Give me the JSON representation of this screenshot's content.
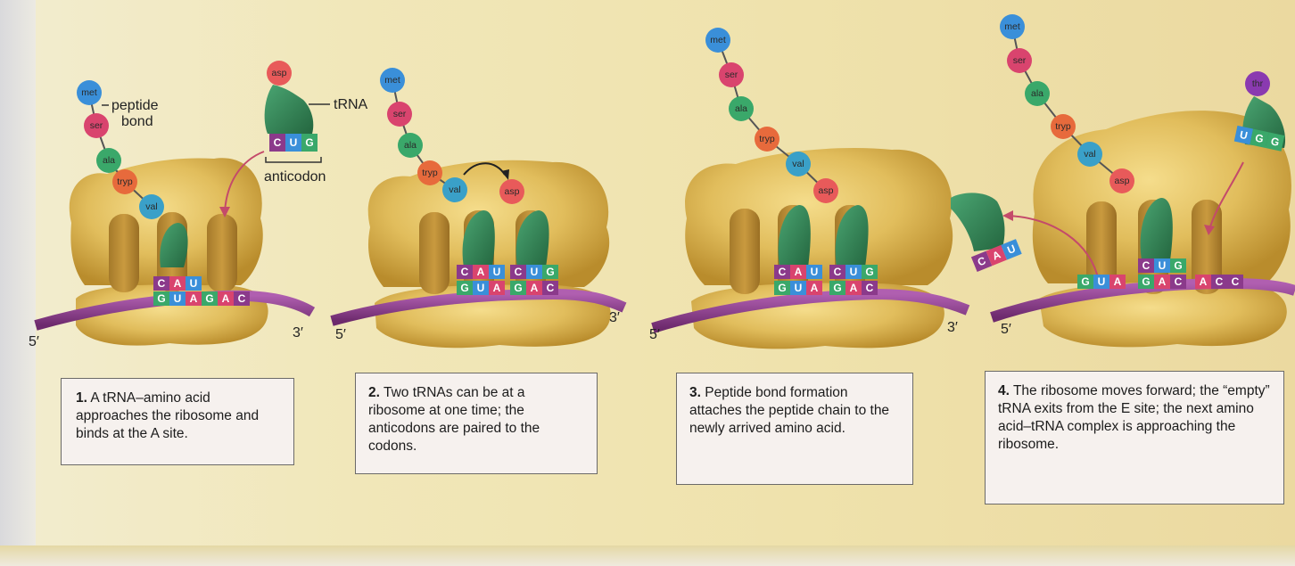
{
  "labels": {
    "peptide": "peptide",
    "bond": "bond",
    "trna": "tRNA",
    "anticodon": "anticodon",
    "five_prime": "5′",
    "three_prime": "3′"
  },
  "amino_acids": {
    "met": "met",
    "ser": "ser",
    "ala": "ala",
    "tryp": "tryp",
    "val": "val",
    "asp": "asp",
    "thr": "thr"
  },
  "nucleotides": {
    "C": "C",
    "A": "A",
    "U": "U",
    "G": "G"
  },
  "colors": {
    "ribosome": "#d9b24a",
    "mrna": "#8b3a8b",
    "trna": "#3a8a5c",
    "met": "#3a8fd9",
    "ser": "#d9446e",
    "ala": "#3aa86a",
    "tryp": "#e76a3c",
    "val": "#3aa0c8",
    "asp": "#e85a5a",
    "thr": "#8a3ab0"
  },
  "captions": [
    {
      "num": "1.",
      "text": "A tRNA–amino acid approaches the ribosome and binds at the A site."
    },
    {
      "num": "2.",
      "text": "Two tRNAs can be at a ribosome at one time; the anticodons are paired to the codons."
    },
    {
      "num": "3.",
      "text": "Peptide bond formation attaches the peptide chain to the newly arrived amino acid."
    },
    {
      "num": "4.",
      "text": "The ribosome moves forward; the “empty” tRNA exits from the E site; the next amino acid–tRNA complex is approaching the ribosome."
    }
  ]
}
